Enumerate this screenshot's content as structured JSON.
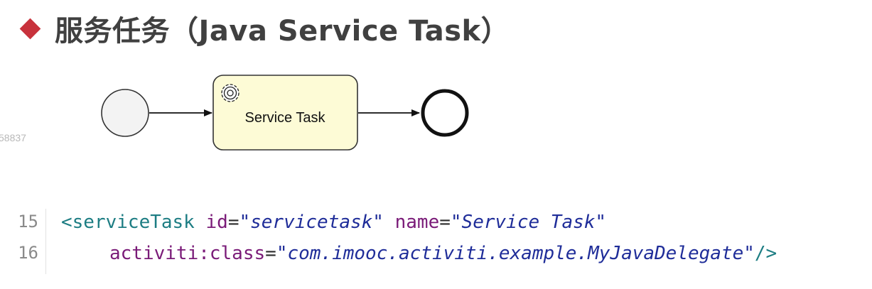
{
  "slide": {
    "title": "服务任务（Java Service Task）",
    "watermark": "58837",
    "accent_color": "#c8323c"
  },
  "diagram": {
    "nodes": [
      {
        "id": "start",
        "type": "start-event",
        "label": ""
      },
      {
        "id": "servicetask",
        "type": "service-task",
        "label": "Service Task",
        "icon": "gear-icon",
        "fill": "#fdfbd6"
      },
      {
        "id": "end",
        "type": "end-event",
        "label": ""
      }
    ],
    "edges": [
      {
        "from": "start",
        "to": "servicetask"
      },
      {
        "from": "servicetask",
        "to": "end"
      }
    ]
  },
  "code": {
    "lines": [
      {
        "number": "15",
        "tag_open": "<serviceTask",
        "attr1_name": "id",
        "eq1": "=",
        "attr1_value": "\"servicetask\"",
        "attr2_name": "name",
        "eq2": "=",
        "attr2_value": "\"Service Task\""
      },
      {
        "number": "16",
        "attr_name": "activiti:class",
        "eq": "=",
        "attr_value": "\"com.imooc.activiti.example.MyJavaDelegate\"",
        "tag_close": "/>"
      }
    ]
  }
}
